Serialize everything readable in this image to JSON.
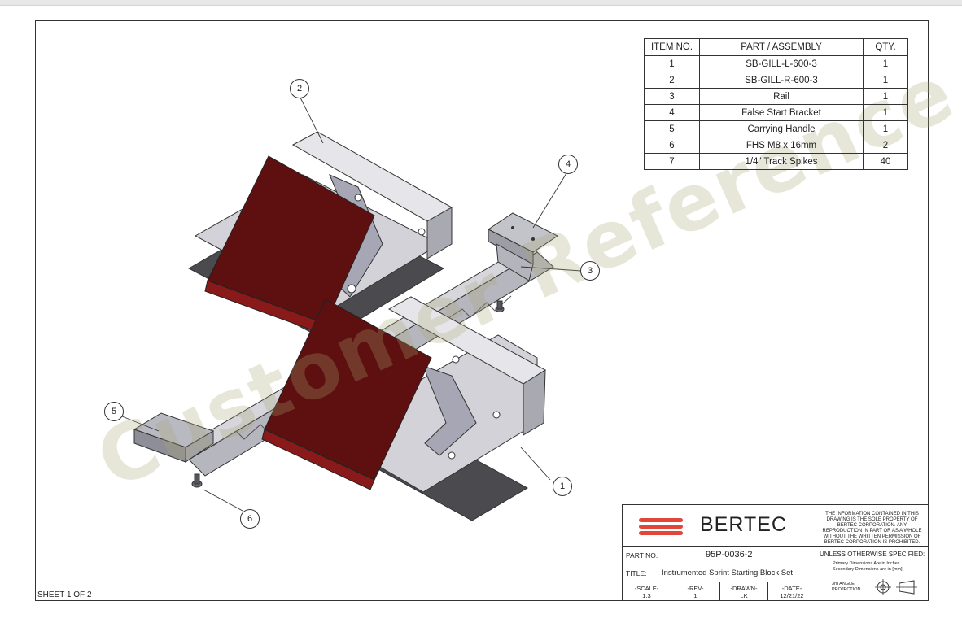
{
  "watermark": "Customer Reference Copy",
  "bom": {
    "headers": {
      "item_no": "ITEM NO.",
      "part": "PART / ASSEMBLY",
      "qty": "QTY."
    },
    "rows": [
      {
        "item": "1",
        "part": "SB-GILL-L-600-3",
        "qty": "1"
      },
      {
        "item": "2",
        "part": "SB-GILL-R-600-3",
        "qty": "1"
      },
      {
        "item": "3",
        "part": "Rail",
        "qty": "1"
      },
      {
        "item": "4",
        "part": "False Start Bracket",
        "qty": "1"
      },
      {
        "item": "5",
        "part": "Carrying Handle",
        "qty": "1"
      },
      {
        "item": "6",
        "part": "FHS M8 x 16mm",
        "qty": "2"
      },
      {
        "item": "7",
        "part": "1/4\" Track Spikes",
        "qty": "40"
      }
    ]
  },
  "balloons": {
    "b1": "1",
    "b2": "2",
    "b3": "3",
    "b4": "4",
    "b5": "5",
    "b6": "6"
  },
  "title_block": {
    "company": "BERTEC",
    "brand_color": "#e2463a",
    "notice": "THE INFORMATION CONTAINED IN THIS DRAWING IS THE SOLE PROPERTY OF BERTEC CORPORATION. ANY REPRODUCTION IN PART OR AS A WHOLE WITHOUT THE WRITTEN PERMISSION OF BERTEC CORPORATION IS PROHIBITED.",
    "part_no_label": "PART NO.",
    "part_no": "95P-0036-2",
    "title_label": "TITLE:",
    "title": "Instrumented Sprint Starting Block Set",
    "scale_label": "-SCALE-",
    "scale": "1:3",
    "rev_label": "-REV-",
    "rev": "1",
    "drawn_label": "-DRAWN-",
    "drawn": "LK",
    "date_label": "-DATE-",
    "date": "12/21/22",
    "unless_label": "UNLESS OTHERWISE SPECIFIED:",
    "dim_primary": "Primary Dimensions Are in Inches",
    "dim_secondary": "Secondary Dimensions are in [mm]",
    "projection_line1": "3rd ANGLE",
    "projection_line2": "PROJECTION"
  },
  "sheet": "SHEET 1 OF 2",
  "colors": {
    "pad": "#5e0f0f",
    "metal": "#c9c9cf",
    "metal_dark": "#8f8f99"
  }
}
